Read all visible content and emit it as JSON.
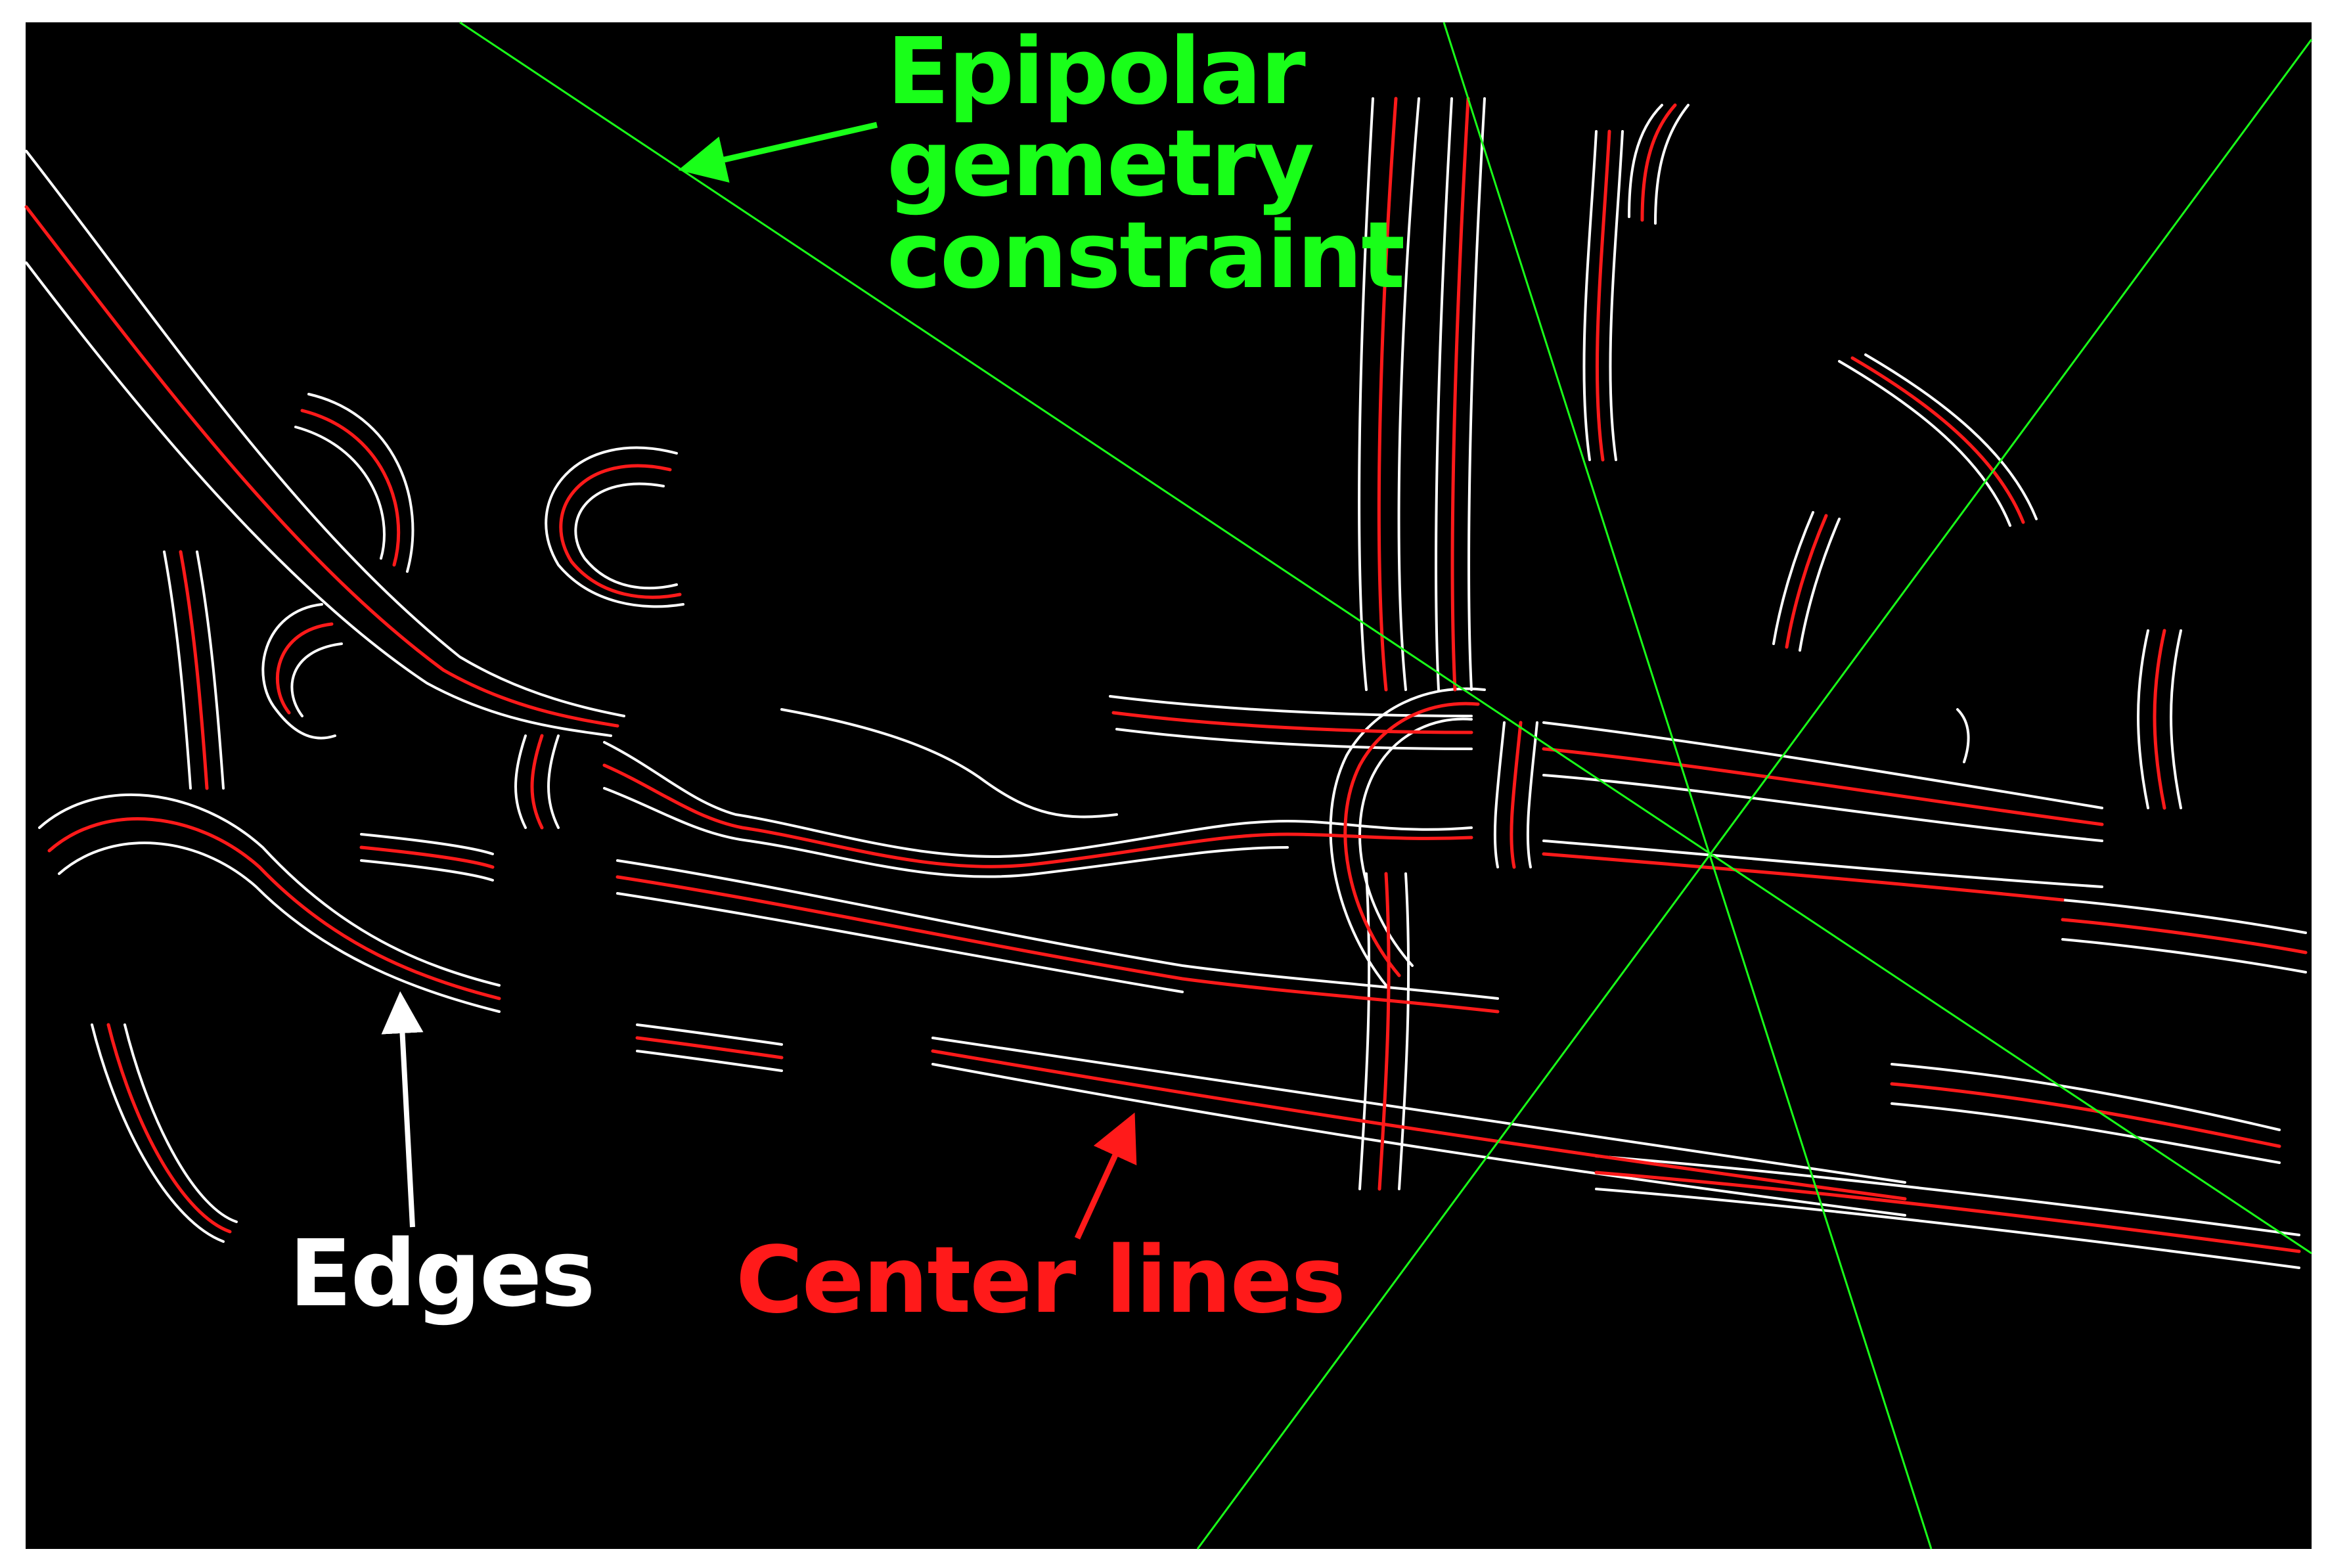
{
  "colors": {
    "background": "#000000",
    "frame": "#ffffff",
    "epipolar": "#19ff19",
    "edges": "#ffffff",
    "center_lines": "#ff1a1a"
  },
  "labels": {
    "epipolar_line1": "Epipolar",
    "epipolar_line2": "gemetry",
    "epipolar_line3": "constraint",
    "edges": "Edges",
    "center_lines": "Center lines"
  }
}
